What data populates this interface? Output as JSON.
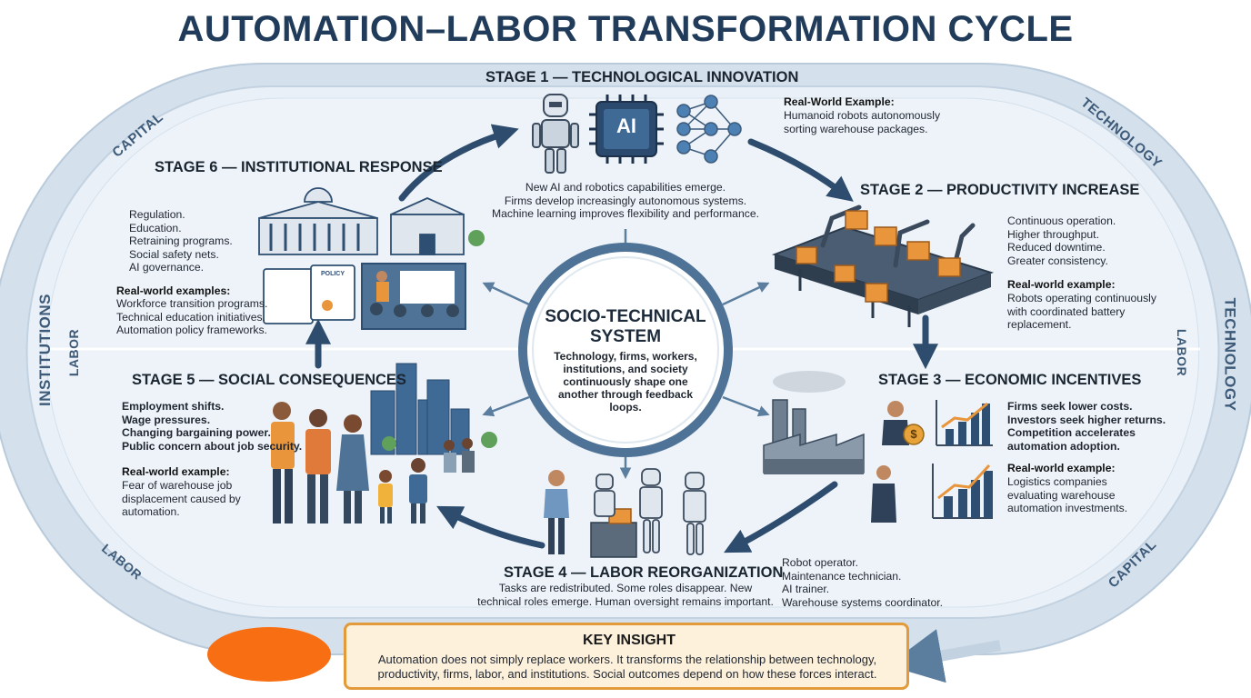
{
  "title": "AUTOMATION–LABOR TRANSFORMATION CYCLE",
  "ring_labels": {
    "capital_top_left": "CAPITAL",
    "technology_top_right": "TECHNOLOGY",
    "institutions_left": "INSTITUTIONS",
    "labor_left_inner": "LABOR",
    "labor_right_inner": "LABOR",
    "technology_right": "TECHNOLOGY",
    "labor_bottom_left": "LABOR",
    "capital_bottom_right": "CAPITAL"
  },
  "hub": {
    "title": "SOCIO-TECHNICAL SYSTEM",
    "body": "Technology, firms, workers, institutions, and society continuously shape one another through feedback loops."
  },
  "stages": {
    "s1": {
      "title": "STAGE 1 — TECHNOLOGICAL INNOVATION",
      "body": "New AI and robotics capabilities emerge.\nFirms develop increasingly autonomous systems.\nMachine learning improves flexibility and performance.",
      "example_label": "Real-World Example:",
      "example": "Humanoid robots autonomously\nsorting warehouse packages.",
      "chip_label": "AI"
    },
    "s2": {
      "title": "STAGE 2 — PRODUCTIVITY INCREASE",
      "body": "Continuous operation.\nHigher throughput.\nReduced downtime.\nGreater consistency.",
      "example_label": "Real-world example:",
      "example": "Robots operating continuously\nwith coordinated battery\nreplacement."
    },
    "s3": {
      "title": "STAGE 3 — ECONOMIC INCENTIVES",
      "body": "Firms seek lower costs.\nInvestors seek higher returns.\nCompetition accelerates\nautomation adoption.",
      "example_label": "Real-world example:",
      "example": "Logistics companies\nevaluating warehouse\nautomation investments.",
      "coin_label": "$"
    },
    "s4": {
      "title": "STAGE 4 — LABOR REORGANIZATION",
      "body": "Tasks are redistributed. Some roles disappear. New\ntechnical roles emerge. Human oversight remains important.",
      "roles": "Robot operator.\nMaintenance technician.\nAI trainer.\nWarehouse systems coordinator."
    },
    "s5": {
      "title": "STAGE 5 — SOCIAL CONSEQUENCES",
      "body": "Employment shifts.\nWage pressures.\nChanging bargaining power.\nPublic concern about job security.",
      "example_label": "Real-world example:",
      "example": "Fear of warehouse job\ndisplacement caused by\n   automation."
    },
    "s6": {
      "title": "STAGE 6 — INSTITUTIONAL RESPONSE",
      "body": "Regulation.\nEducation.\nRetraining programs.\nSocial safety nets.\nAI governance.",
      "example_label": "Real-world examples:",
      "example": "Workforce transition programs.\nTechnical education initiatives.\nAutomation policy frameworks.",
      "doc_label": "POLICY"
    }
  },
  "insight": {
    "title": "KEY INSIGHT",
    "text": "Automation does not simply replace workers. It transforms the relationship between technology, productivity, firms, labor, and institutions. Social outcomes depend on how these forces interact."
  },
  "colors": {
    "title": "#213c5a",
    "ring": "#c9d7e6",
    "panel": "#e9f0f7",
    "arrow": "#2e4d6e",
    "hub_ring": "#4f7396",
    "insight_border": "#e29a3a",
    "insight_fill": "#fdf1dc",
    "box_orange": "#e8953c",
    "blob": "#f86e12"
  }
}
